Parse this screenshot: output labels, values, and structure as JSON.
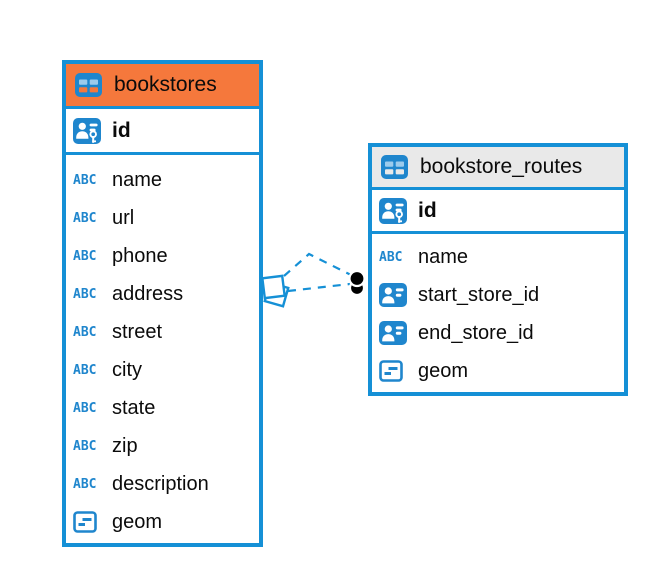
{
  "diagram": {
    "background": "#ffffff",
    "accent_blue": "#1590d6",
    "selected_header_color": "#f5783c",
    "header_color": "#e9e9e9",
    "text_type_glyph": "ABC"
  },
  "tables": [
    {
      "name": "bookstores",
      "header_style": "selected-orange",
      "icon": "table-icon",
      "primary_key": {
        "name": "id",
        "icon": "primary-key-icon"
      },
      "fields": [
        {
          "name": "name",
          "type": "text",
          "icon": "text-type-icon"
        },
        {
          "name": "url",
          "type": "text",
          "icon": "text-type-icon"
        },
        {
          "name": "phone",
          "type": "text",
          "icon": "text-type-icon"
        },
        {
          "name": "address",
          "type": "text",
          "icon": "text-type-icon"
        },
        {
          "name": "street",
          "type": "text",
          "icon": "text-type-icon"
        },
        {
          "name": "city",
          "type": "text",
          "icon": "text-type-icon"
        },
        {
          "name": "state",
          "type": "text",
          "icon": "text-type-icon"
        },
        {
          "name": "zip",
          "type": "text",
          "icon": "text-type-icon"
        },
        {
          "name": "description",
          "type": "text",
          "icon": "text-type-icon"
        },
        {
          "name": "geom",
          "type": "geometry",
          "icon": "geometry-type-icon"
        }
      ]
    },
    {
      "name": "bookstore_routes",
      "header_style": "gray",
      "icon": "table-icon",
      "primary_key": {
        "name": "id",
        "icon": "primary-key-icon"
      },
      "fields": [
        {
          "name": "name",
          "type": "text",
          "icon": "text-type-icon"
        },
        {
          "name": "start_store_id",
          "type": "reference",
          "icon": "reference-type-icon"
        },
        {
          "name": "end_store_id",
          "type": "reference",
          "icon": "reference-type-icon"
        },
        {
          "name": "geom",
          "type": "geometry",
          "icon": "geometry-type-icon"
        }
      ]
    }
  ],
  "relationships": [
    {
      "from_table": "bookstores",
      "to_table": "bookstore_routes",
      "style": "dashed"
    },
    {
      "from_table": "bookstores",
      "to_table": "bookstore_routes",
      "style": "dashed"
    }
  ]
}
